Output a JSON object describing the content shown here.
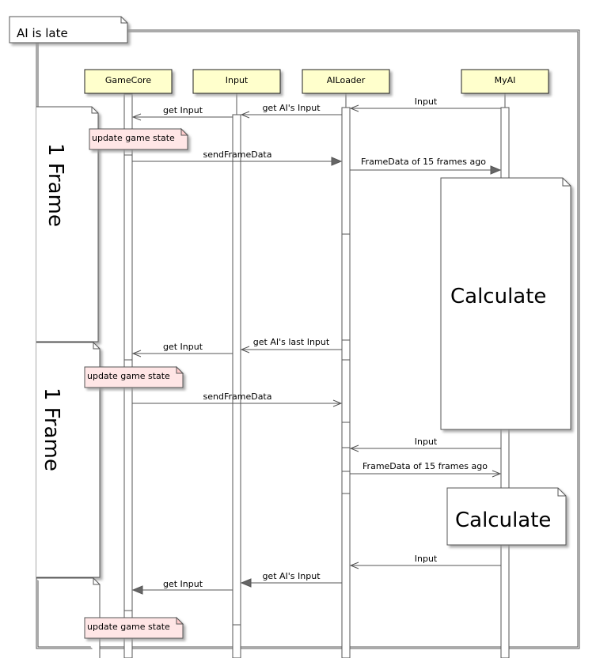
{
  "frame": {
    "title": "AI is late"
  },
  "participants": [
    "GameCore",
    "Input",
    "AILoader",
    "MyAI"
  ],
  "fragments": [
    "1 Frame",
    "1 Frame"
  ],
  "notes": [
    "update game state",
    "update game state",
    "update game state",
    "Calculate",
    "Calculate"
  ],
  "messages": {
    "m1": "Input",
    "m2": "get AI's Input",
    "m3": "get Input",
    "m4": "sendFrameData",
    "m5": "FrameData of 15 frames ago",
    "m6": "get AI's last Input",
    "m7": "get Input",
    "m8": "sendFrameData",
    "m9": "Input",
    "m10": "FrameData of 15 frames ago",
    "m11": "Input",
    "m12": "get AI's Input",
    "m13": "get Input"
  },
  "colors": {
    "participant_fill": "#ffffcc",
    "note_fill": "#ffe6e6",
    "note_corner": "#ffcccc",
    "line": "#555555"
  }
}
